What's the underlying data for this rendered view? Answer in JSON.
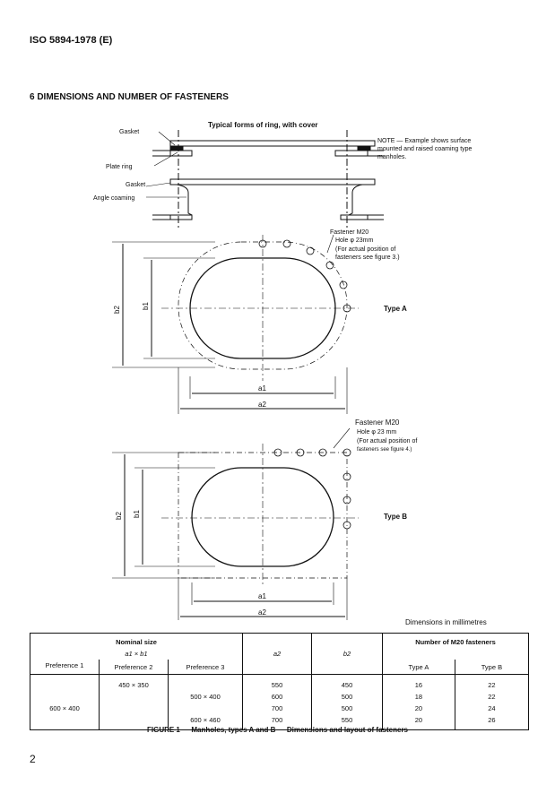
{
  "header": "ISO 5894-1978 (E)",
  "section_title": "6  DIMENSIONS AND NUMBER OF FASTENERS",
  "figure": {
    "cover_title": "Typical forms of ring, with cover",
    "labels": {
      "gasket1": "Gasket",
      "plate_ring": "Plate ring",
      "gasket2": "Gasket",
      "angle_coaming": "Angle coaming"
    },
    "note": [
      "NOTE — Example shows surface",
      "mounted and raised coaming type",
      "manholes."
    ],
    "typeA": {
      "label": "Type A",
      "fastener": [
        "Fastener M20",
        "Hole φ 23mm",
        "(For actual position of",
        "fasteners see figure 3.)"
      ],
      "a1": "a1",
      "a2": "a2",
      "b1": "b1",
      "b2": "b2"
    },
    "typeB": {
      "label": "Type B",
      "fastener": [
        "Fastener M20",
        "Hole φ 23 mm",
        "(For actual position of",
        "fasteners see figure 4.)"
      ],
      "a1": "a1",
      "a2": "a2",
      "b1": "b1",
      "b2": "b2"
    },
    "units": "Dimensions in millimetres"
  },
  "table": {
    "nominal": "Nominal size",
    "nominal_sub": "a1 × b1",
    "pref1": "Preference 1",
    "pref2": "Preference 2",
    "pref3": "Preference 3",
    "a2": "a2",
    "b2": "b2",
    "fasteners": "Number of M20 fasteners",
    "typeA": "Type A",
    "typeB": "Type B",
    "rows": [
      {
        "p1": "",
        "p2": "450 × 350",
        "p3": "",
        "a2": "550",
        "b2": "450",
        "A": "16",
        "B": "22"
      },
      {
        "p1": "",
        "p2": "",
        "p3": "500 × 400",
        "a2": "600",
        "b2": "500",
        "A": "18",
        "B": "22"
      },
      {
        "p1": "600 × 400",
        "p2": "",
        "p3": "",
        "a2": "700",
        "b2": "500",
        "A": "20",
        "B": "24"
      },
      {
        "p1": "",
        "p2": "",
        "p3": "600 × 460",
        "a2": "700",
        "b2": "550",
        "A": "20",
        "B": "26"
      }
    ]
  },
  "caption": "FIGURE 1 — Manholes, types A and B — Dimensions and layout of fasteners",
  "page_number": "2"
}
